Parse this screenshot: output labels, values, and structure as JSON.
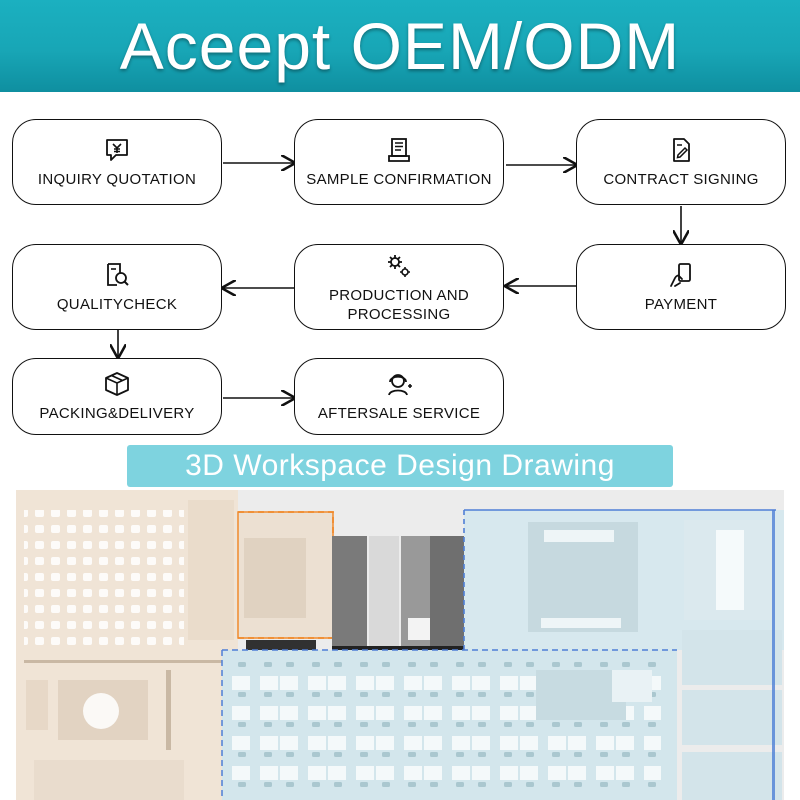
{
  "header": {
    "title": "Aceept OEM/ODM"
  },
  "process": {
    "steps": [
      {
        "label": "INQUIRY QUOTATION",
        "icon": "yen-chat-icon"
      },
      {
        "label": "SAMPLE CONFIRMATION",
        "icon": "document-stack-icon"
      },
      {
        "label": "CONTRACT SIGNING",
        "icon": "contract-pen-icon"
      },
      {
        "label": "PAYMENT",
        "icon": "hand-card-icon"
      },
      {
        "label": "PRODUCTION AND PROCESSING",
        "icon": "gears-icon"
      },
      {
        "label": "QUALITYCHECK",
        "icon": "search-document-icon"
      },
      {
        "label": "PACKING&DELIVERY",
        "icon": "box-icon"
      },
      {
        "label": "AFTERSALE SERVICE",
        "icon": "headset-service-icon"
      }
    ]
  },
  "section": {
    "title": "3D Workspace Design Drawing"
  },
  "colors": {
    "banner": "#18a6b6",
    "subhead": "#7ed3df",
    "zone_beige": "#f0e4d6",
    "zone_blue": "#cfe6ef",
    "zone_orange_outline": "#f08a2c",
    "zone_blue_outline": "#4f7fd6"
  }
}
